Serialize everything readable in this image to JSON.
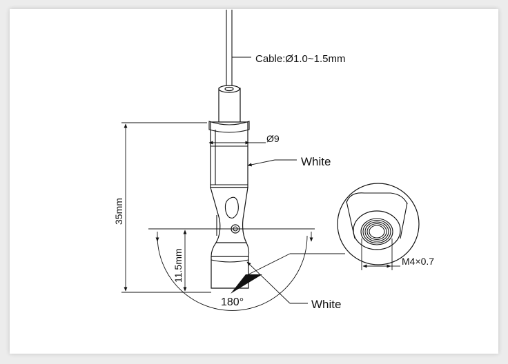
{
  "labels": {
    "cable": "Cable:Ø1.0~1.5mm",
    "diameter": "Ø9",
    "white_top": "White",
    "white_bottom": "White",
    "length_total": "35mm",
    "length_tip": "11.5mm",
    "angle": "180°",
    "thread": "M4×0.7"
  }
}
